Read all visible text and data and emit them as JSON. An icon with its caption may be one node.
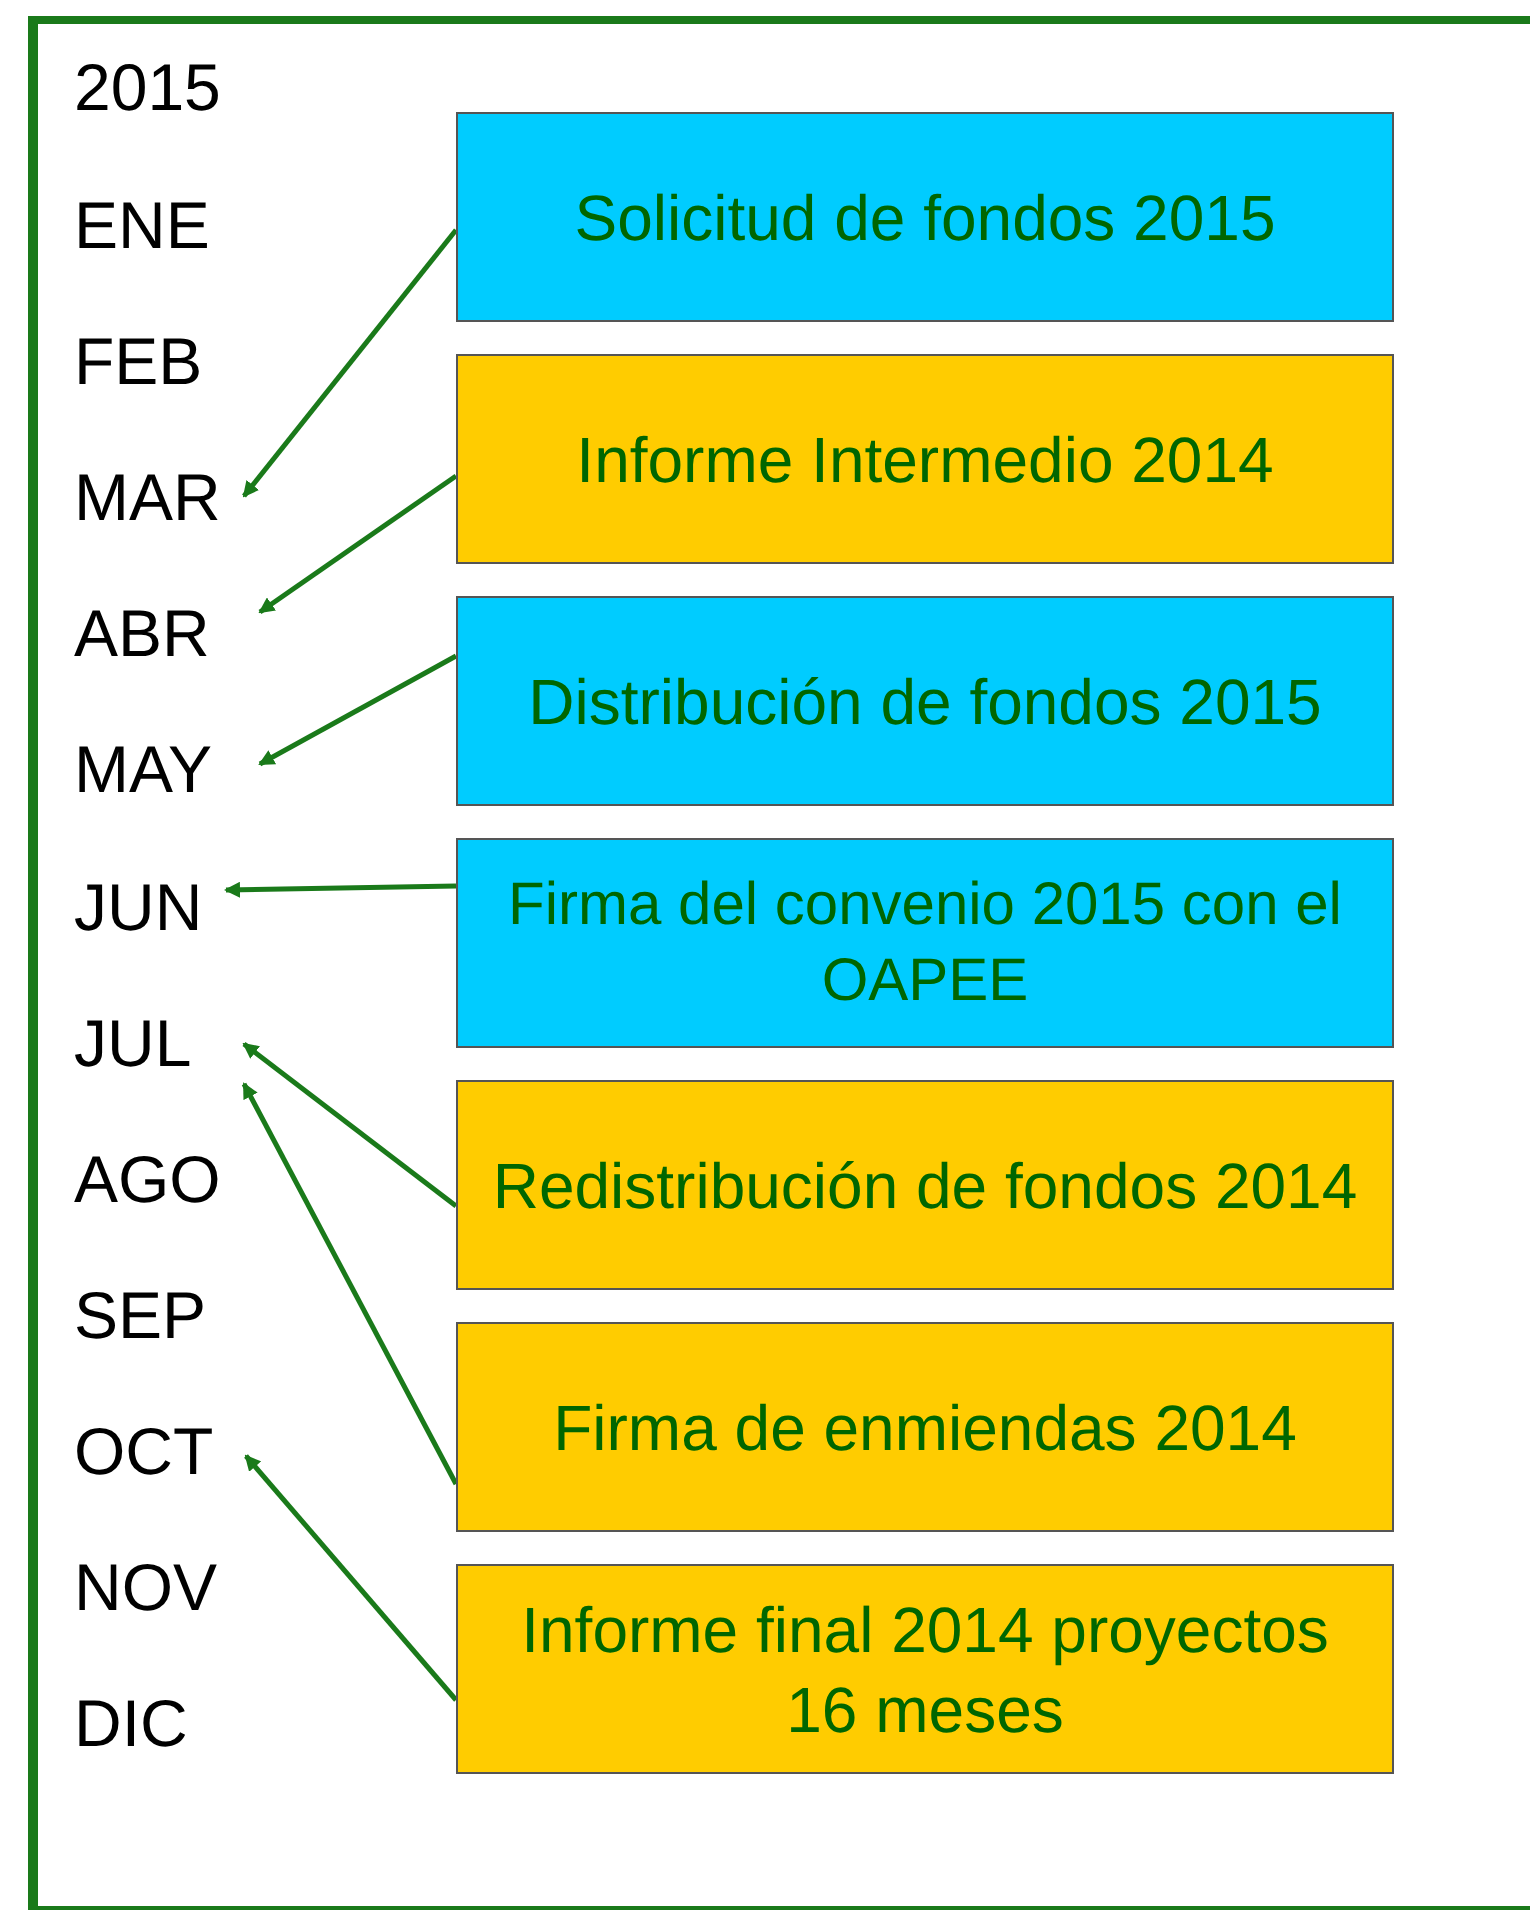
{
  "diagram": {
    "nodes": [
      {
        "text": [
          "ENE"
        ]
      },
      {
        "text": [
          "FEB"
        ]
      },
      {
        "text": [
          "MAR"
        ]
      },
      {
        "text": [
          "ABR"
        ]
      },
      {
        "text": [
          "MAY"
        ]
      },
      {
        "text": [
          "JUN"
        ]
      },
      {
        "text": [
          "JUL"
        ]
      },
      {
        "text": [
          "AGO"
        ]
      },
      {
        "text": [
          "SEP"
        ]
      },
      {
        "text": [
          "OCT"
        ]
      },
      {
        "text": [
          "NOV"
        ]
      },
      {
        "text": [
          "DIC"
        ]
      },
      {
        "text": [
          "Solicitud de fondos 2015"
        ]
      },
      {
        "text": [
          "Informe Intermedio 2014"
        ]
      },
      {
        "text": [
          "Distribución de fondos 2015"
        ]
      },
      {
        "text": [
          "Firma del convenio 2015 con el OAPEE"
        ]
      },
      {
        "text": [
          "Redistribución de fondos 2014"
        ]
      },
      {
        "text": [
          "Firma de enmiendas 2014"
        ]
      },
      {
        "text": [
          "Informe final 2014 proyectos 16 meses"
        ]
      }
    ],
    "edges": [
      {
        "from": 12,
        "to": 2,
        "arrow": "to"
      },
      {
        "from": 13,
        "to": 3,
        "arrow": "to"
      },
      {
        "from": 14,
        "to": 4,
        "arrow": "to"
      },
      {
        "from": 15,
        "to": 5,
        "arrow": "to"
      },
      {
        "from": 16,
        "to": 6,
        "arrow": "to"
      },
      {
        "from": 17,
        "to": 6,
        "arrow": "to"
      },
      {
        "from": 18,
        "to": 9,
        "arrow": "to"
      }
    ],
    "labels": [
      "2015"
    ]
  }
}
